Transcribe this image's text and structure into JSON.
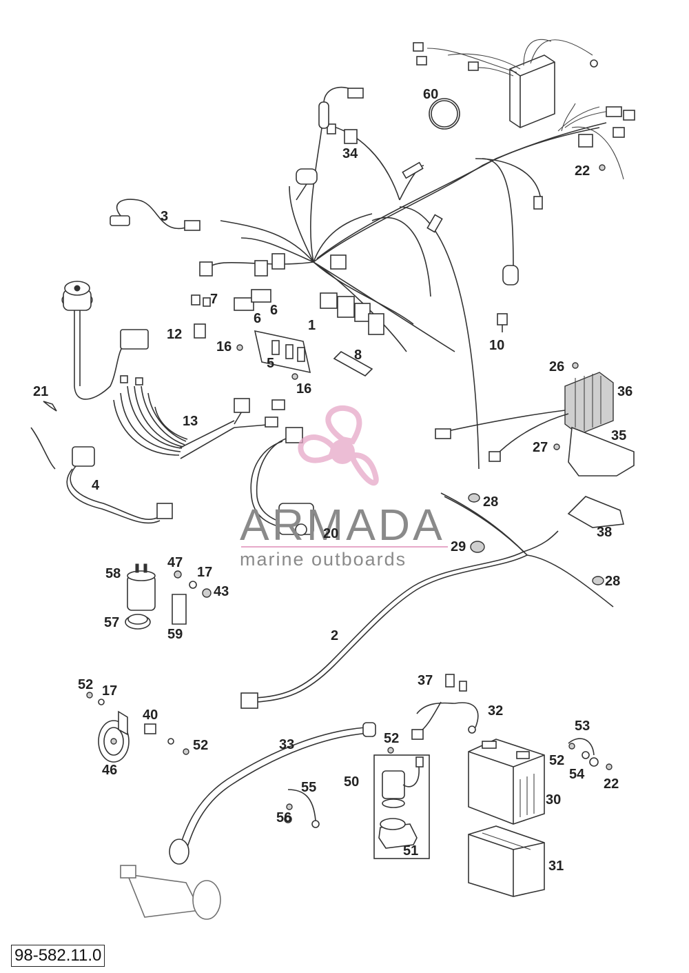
{
  "diagram": {
    "labels": [
      "1",
      "2",
      "3",
      "4",
      "5",
      "6",
      "6",
      "7",
      "8",
      "10",
      "12",
      "13",
      "16",
      "16",
      "17",
      "17",
      "20",
      "21",
      "22",
      "22",
      "26",
      "27",
      "28",
      "28",
      "29",
      "30",
      "31",
      "32",
      "33",
      "34",
      "35",
      "36",
      "37",
      "38",
      "40",
      "43",
      "46",
      "47",
      "50",
      "51",
      "52",
      "52",
      "52",
      "52",
      "53",
      "54",
      "55",
      "56",
      "57",
      "58",
      "59",
      "60"
    ],
    "reference": "98-582.11.0"
  },
  "watermark": {
    "brand": "ARMADA",
    "tagline": "marine outboards",
    "colors": {
      "logo": "#e6a8c8",
      "text": "#8a8a8a"
    }
  }
}
